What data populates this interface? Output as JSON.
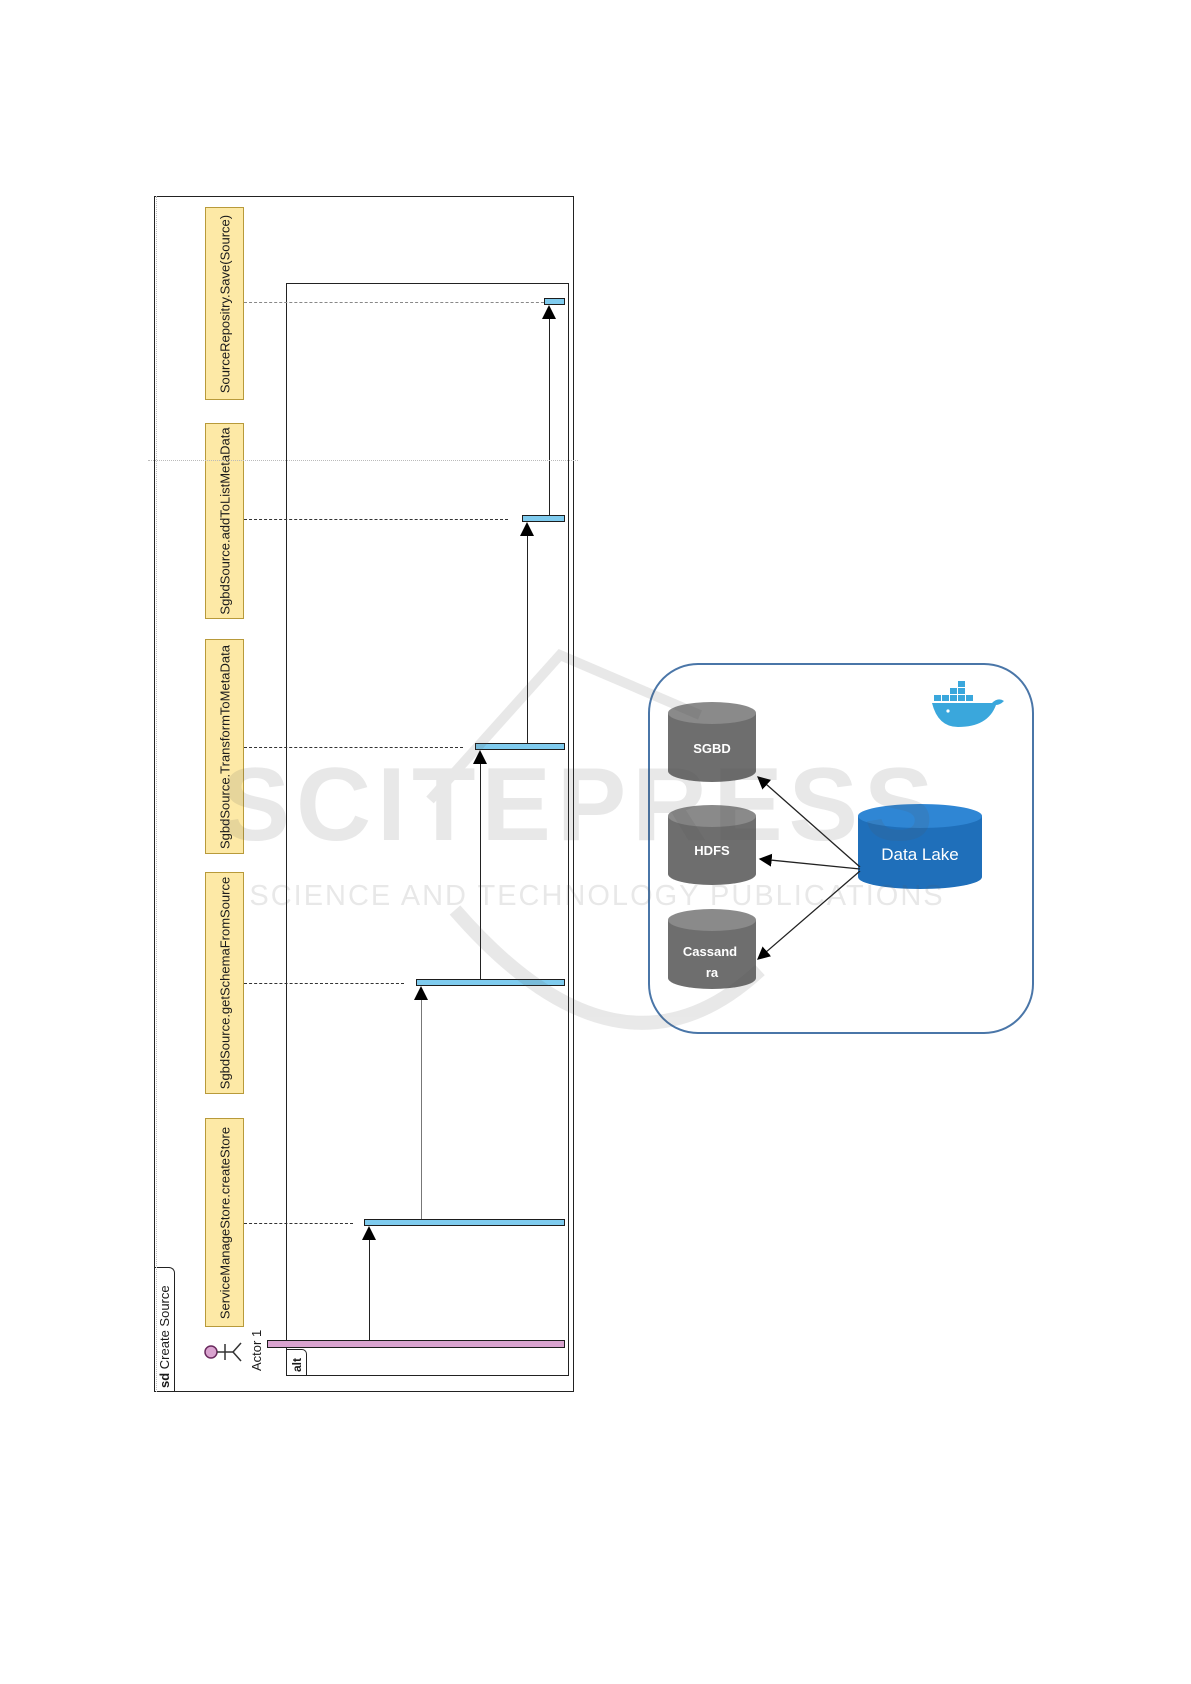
{
  "sequence_diagram": {
    "frame_label_keyword": "sd",
    "frame_label": "Create Source",
    "fragment_label": "alt",
    "actor_label": "Actor 1",
    "lifelines": [
      "ServiceManageStore.createStore",
      "SgbdSource.getSchemaFromSource",
      "SgbdSource.TransformToMetaData",
      "SgbdSource.addToListMetaData",
      "SourceRepositry.Save(Source)"
    ],
    "colors": {
      "lifeline_fill": "#fde9a6",
      "execution_fill": "#7fcbee",
      "actor_bar_fill": "#d9a3cf"
    }
  },
  "architecture_diagram": {
    "container_icon": "docker-whale-icon",
    "data_lake_label": "Data Lake",
    "stores": [
      "SGBD",
      "HDFS",
      "Cassand",
      "ra"
    ],
    "colors": {
      "container_border": "#4a76a8",
      "store_fill": "#6e6e6e",
      "data_lake_fill": "#1f6fba",
      "docker_blue": "#3aa7dc"
    }
  },
  "watermark": {
    "title": "SCITEPRESS",
    "subtitle": "SCIENCE AND TECHNOLOGY PUBLICATIONS"
  }
}
